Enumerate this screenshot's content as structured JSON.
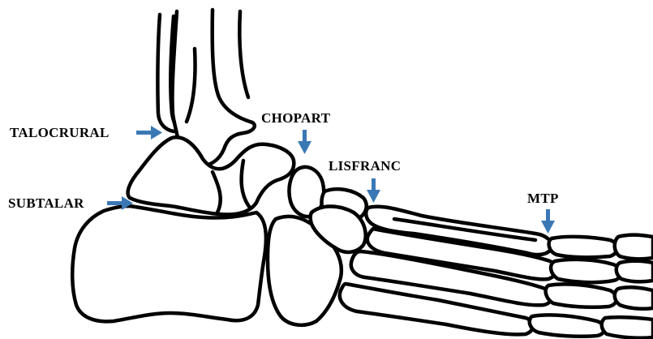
{
  "joints": {
    "talocrural": "TALOCRURAL",
    "subtalar": "SUBTALAR",
    "chopart": "CHOPART",
    "lisfranc": "LISFRANC",
    "mtp": "MTP"
  },
  "colors": {
    "arrow": "#3A78B5",
    "outline": "#000000",
    "background": "#FFFFFF"
  },
  "icons": {
    "arrow_right": "arrow-right-icon",
    "arrow_down": "arrow-down-icon"
  }
}
